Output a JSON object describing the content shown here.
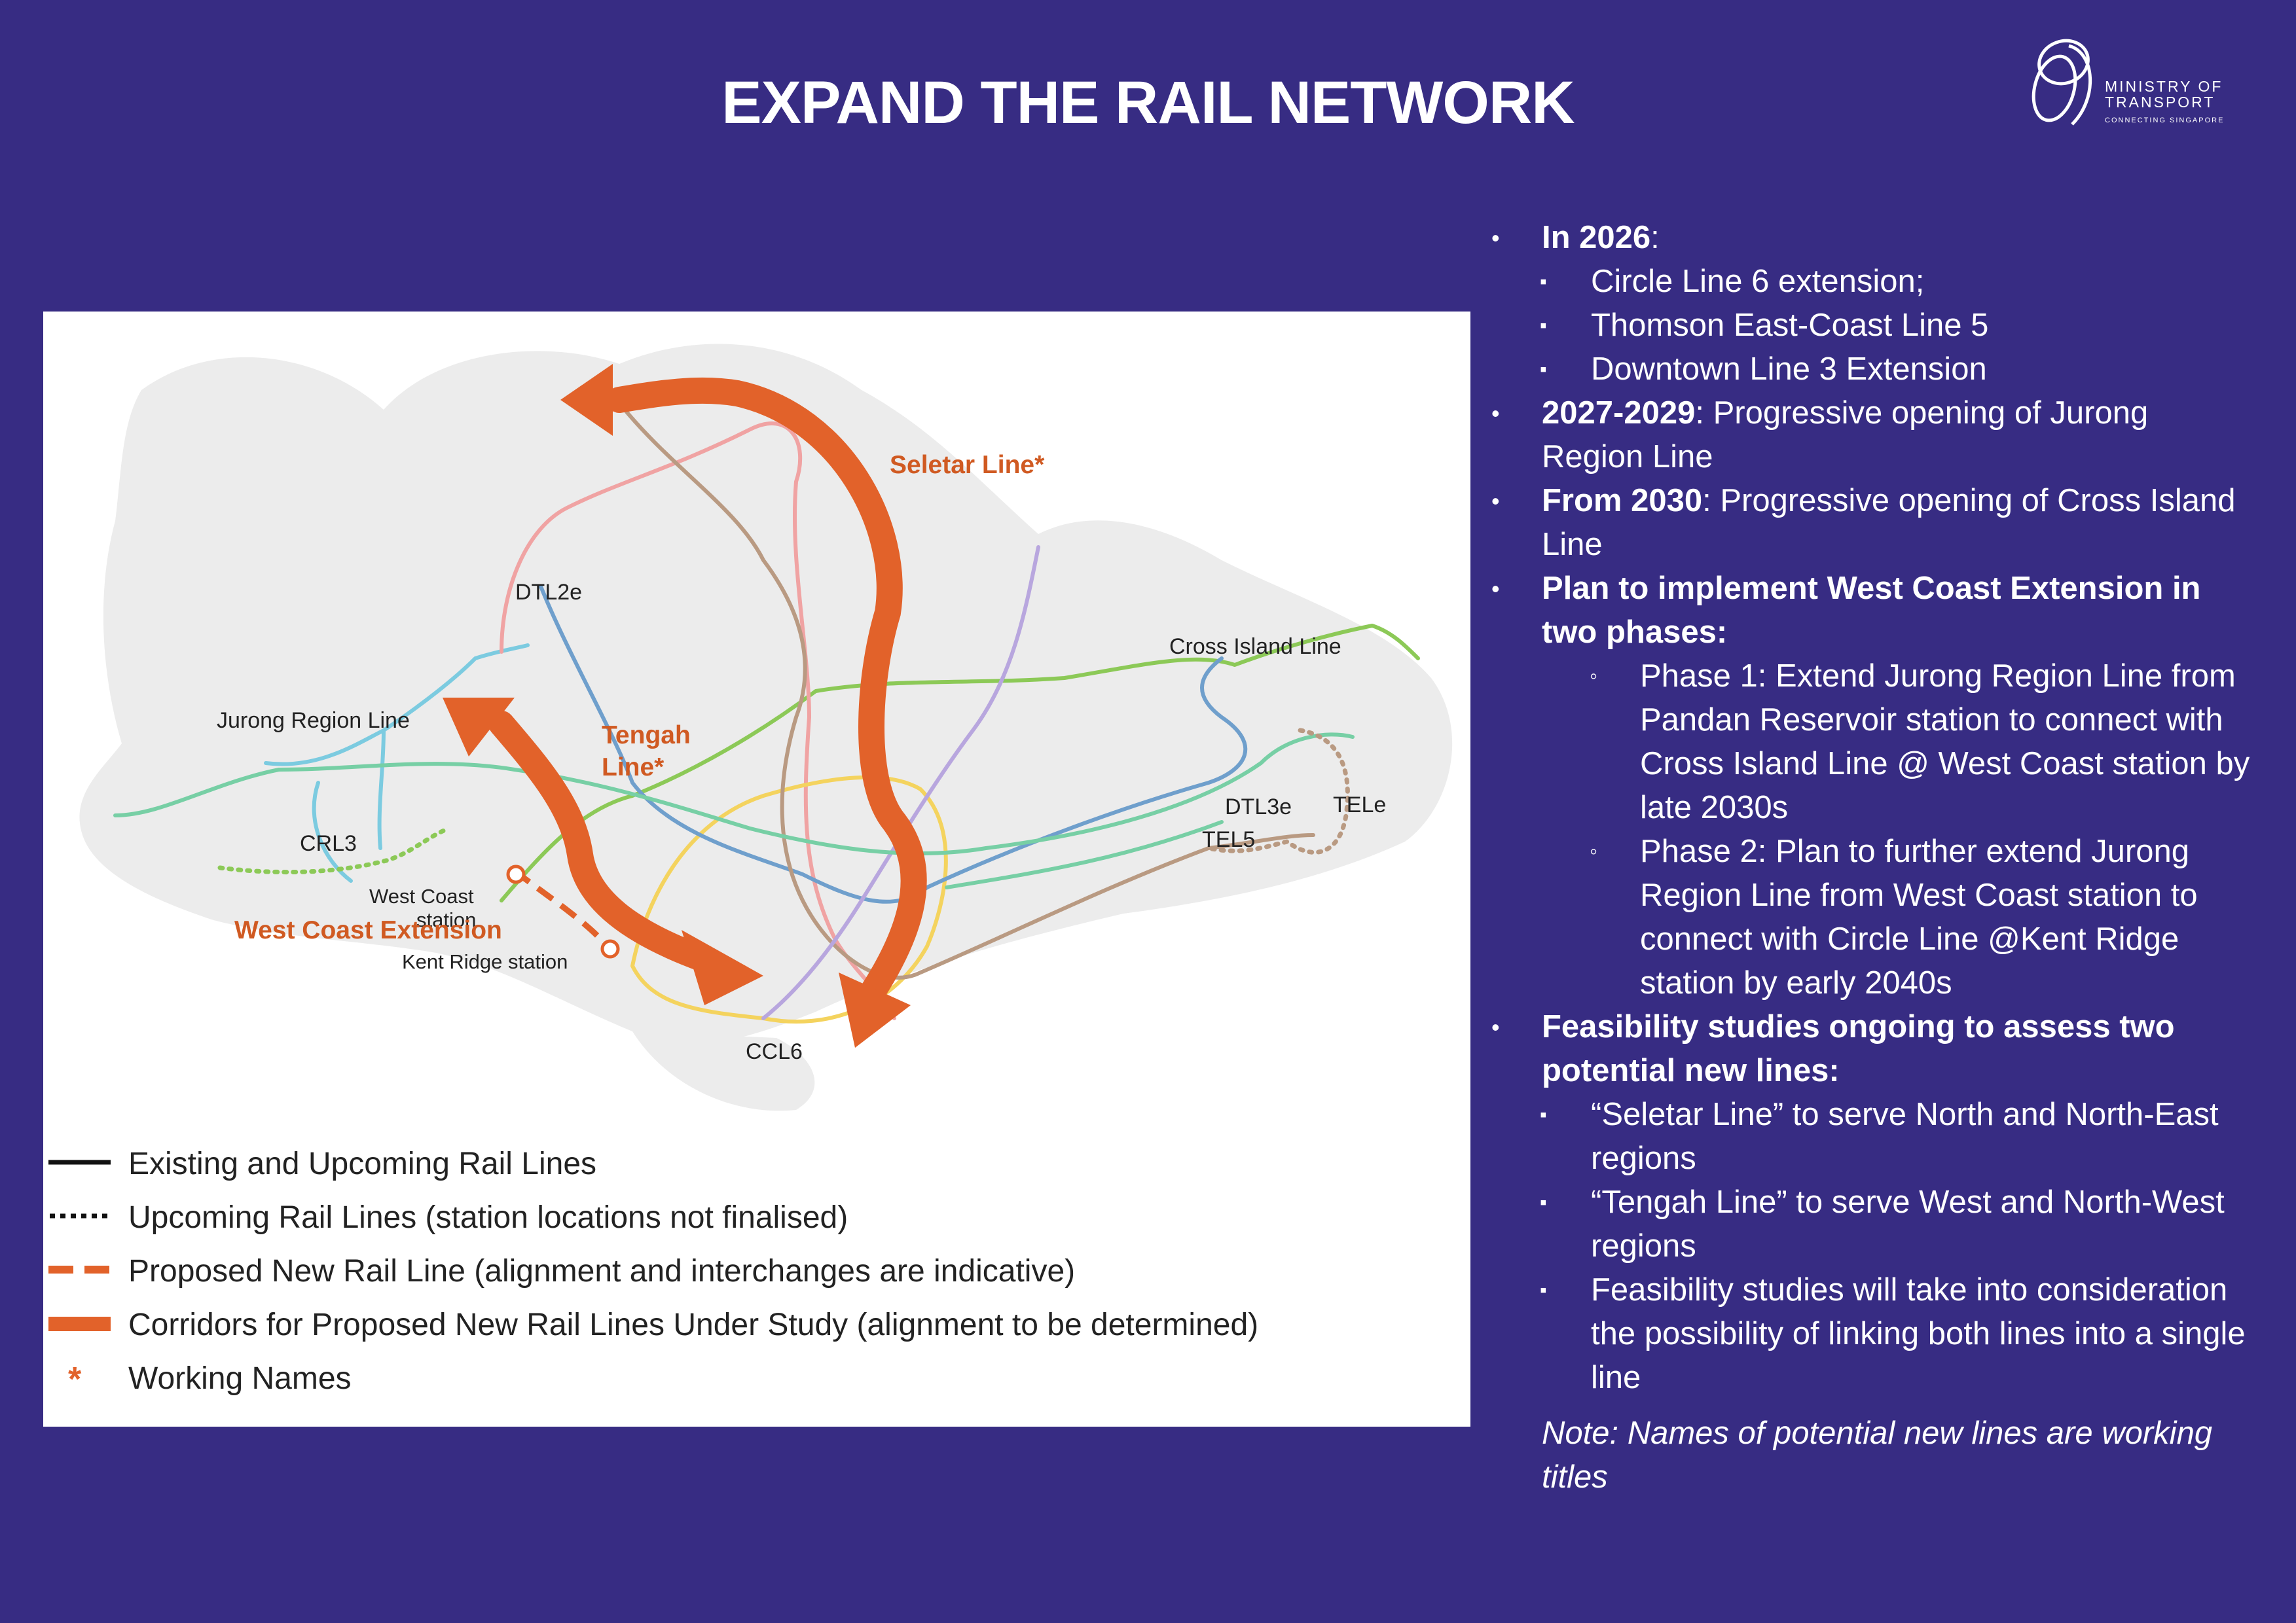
{
  "title": "EXPAND THE RAIL NETWORK",
  "logo": {
    "line1": "MINISTRY OF",
    "line2": "TRANSPORT",
    "tagline": "CONNECTING SINGAPORE"
  },
  "map": {
    "labels": {
      "seletar": "Seletar Line*",
      "tengah1": "Tengah",
      "tengah2": "Line*",
      "dtl2e": "DTL2e",
      "cross_island": "Cross Island Line",
      "jurong_region": "Jurong Region Line",
      "crl3": "CRL3",
      "west_coast_station1": "West Coast",
      "west_coast_station2": "station",
      "west_coast_ext": "West Coast Extension",
      "kent_ridge": "Kent Ridge station",
      "ccl6": "CCL6",
      "dtl3e": "DTL3e",
      "tele": "TELe",
      "tel5": "TEL5"
    },
    "colors": {
      "corridor": "#e2622a",
      "label_orange": "#d05a22",
      "land": "#ececec",
      "cross_island": "#8cc957",
      "jurong": "#7ccbe0",
      "nsl": "#f0a3a3",
      "ccl": "#f4d35e",
      "dtl": "#6f9fcc",
      "tel": "#b99a82",
      "purple": "#b8a6de",
      "ewl": "#77cfa5"
    }
  },
  "legend": [
    {
      "symbol": "solid-line",
      "text": "Existing and Upcoming Rail Lines"
    },
    {
      "symbol": "dotted-line",
      "text": "Upcoming Rail Lines (station locations not finalised)"
    },
    {
      "symbol": "dashed-orange-line",
      "text": "Proposed New Rail Line (alignment and interchanges are indicative)"
    },
    {
      "symbol": "thick-orange-bar",
      "text": "Corridors for Proposed New Rail Lines Under Study (alignment to be determined)"
    },
    {
      "symbol": "asterisk",
      "text": "Working Names"
    }
  ],
  "bullets": {
    "b2026_head": "In 2026",
    "b2026_tail": ":",
    "b2026_items": [
      "Circle Line 6 extension;",
      "Thomson East-Coast Line 5",
      "Downtown Line 3 Extension"
    ],
    "b2027_head": "2027-2029",
    "b2027_tail": ": Progressive opening of Jurong Region Line",
    "b2030_head": "From 2030",
    "b2030_tail": ": Progressive opening of Cross Island Line",
    "wce_head": "Plan to implement West Coast Extension in two phases:",
    "wce_phases": [
      "Phase 1: Extend Jurong Region Line from Pandan Reservoir station to connect with Cross Island Line @ West Coast station by late 2030s",
      "Phase 2: Plan to further extend Jurong Region Line from West Coast station to connect with Circle Line @Kent Ridge station by early 2040s"
    ],
    "feas_head": "Feasibility studies ongoing to assess two potential new lines:",
    "feas_items": [
      "“Seletar Line” to serve North and North-East regions",
      "“Tengah Line” to serve West and North-West regions",
      "Feasibility studies will take into consideration the possibility of linking both lines into a single line"
    ],
    "note": "Note: Names of potential new lines are working titles"
  }
}
